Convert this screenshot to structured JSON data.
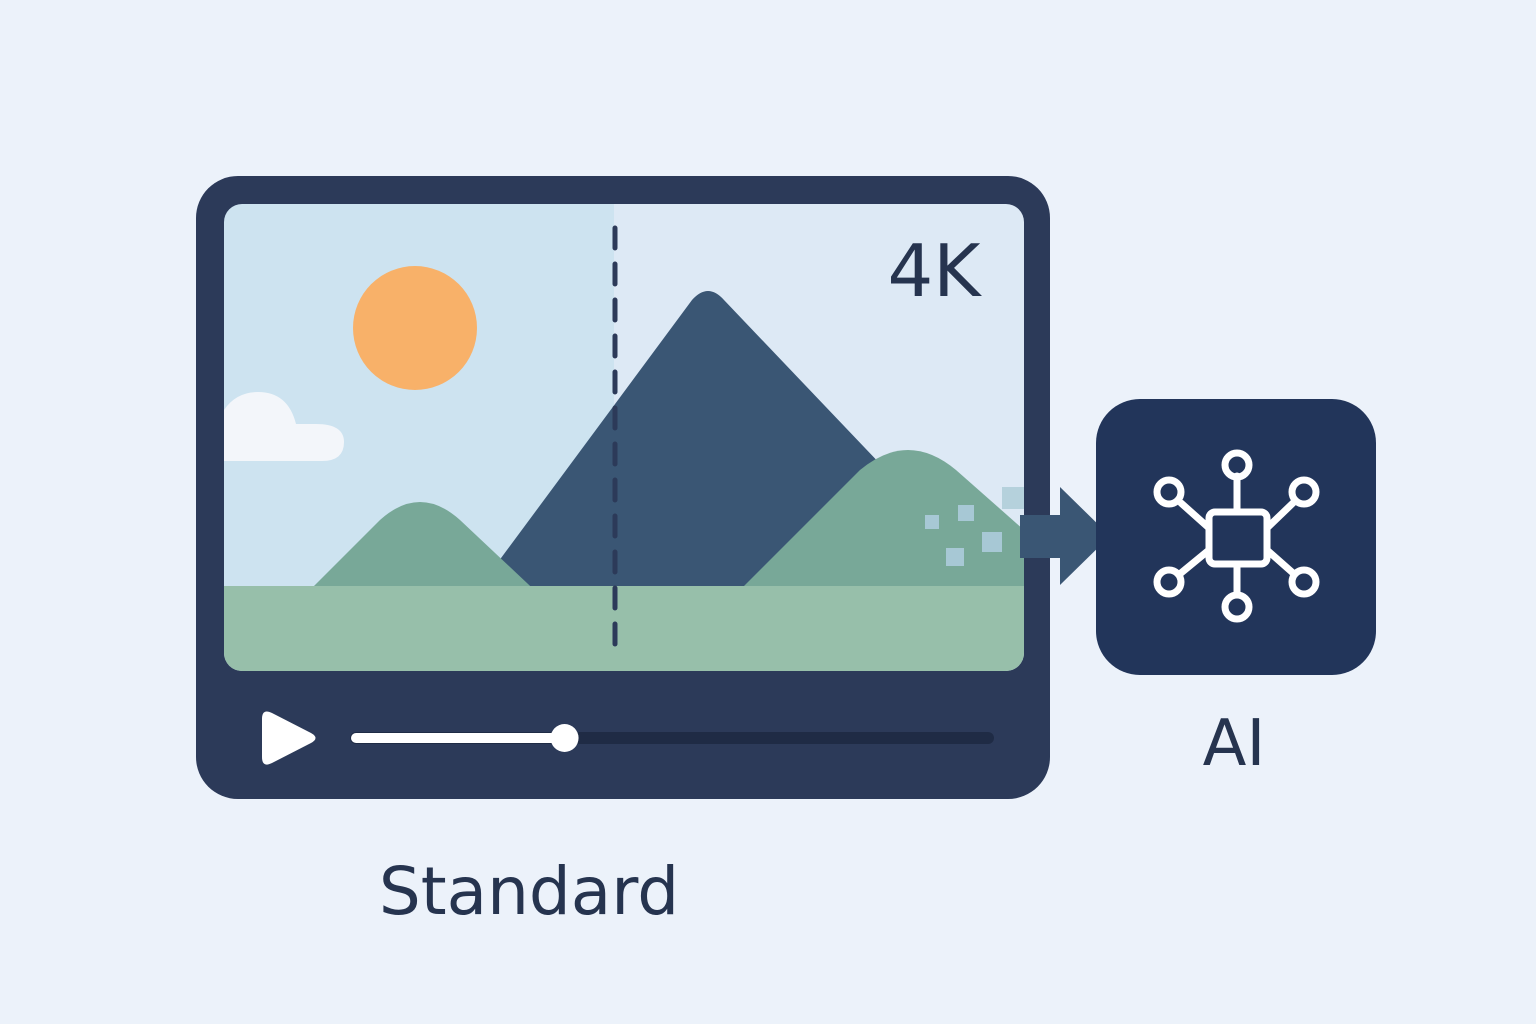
{
  "player": {
    "badge": "4K",
    "progress": 0.33,
    "left_caption": "Standard"
  },
  "ai_box": {
    "caption": "AI",
    "icon": "neural-network-chip-icon"
  },
  "colors": {
    "background": "#ecf2fa",
    "frame": "#2c3a59",
    "screen_sky_left": "#cde3f0",
    "screen_sky_right": "#dde9f5",
    "sun": "#f8b169",
    "mountain": "#3a5674",
    "hill": "#78a898",
    "ground": "#97bfaa",
    "ai_box": "#22355a",
    "text": "#26344f"
  }
}
